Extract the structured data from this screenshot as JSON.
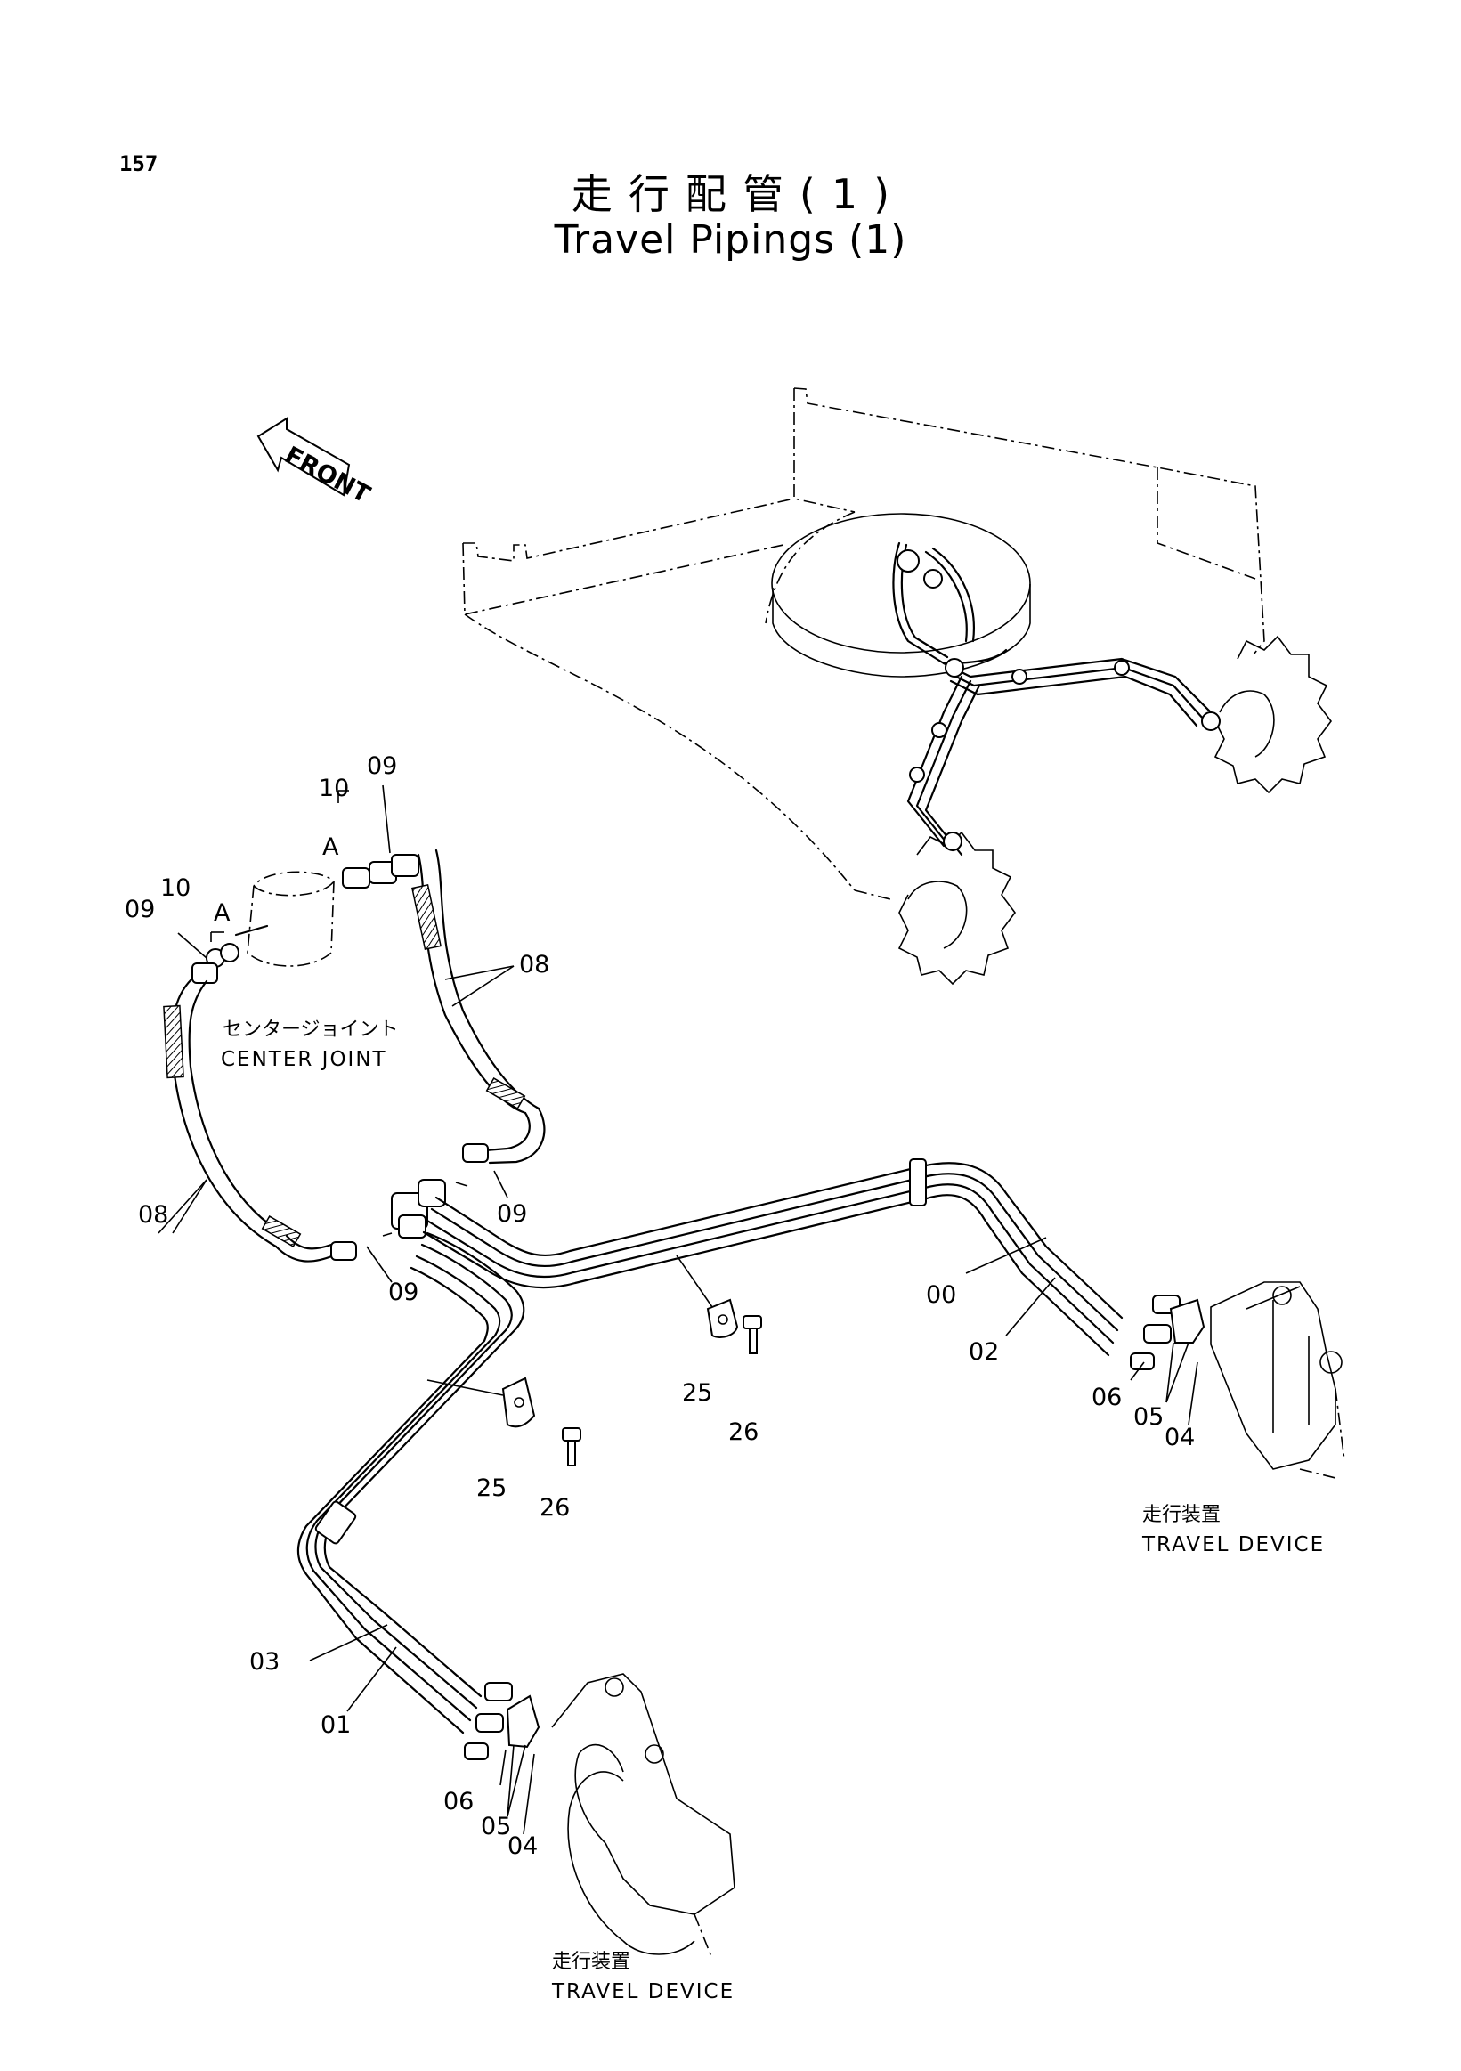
{
  "page_number": "157",
  "title_ja": "走行配管(1)",
  "title_en": "Travel Pipings (1)",
  "front_arrow_label": "FRONT",
  "center_joint": {
    "label_ja": "センタージョイント",
    "label_en": "CENTER JOINT"
  },
  "travel_device_right": {
    "label_ja": "走行装置",
    "label_en": "TRAVEL DEVICE"
  },
  "travel_device_bottom": {
    "label_ja": "走行装置",
    "label_en": "TRAVEL DEVICE"
  },
  "callouts": {
    "c09_top": "09",
    "c10_top": "10",
    "cA_top": "A",
    "c10_left": "10",
    "c09_left": "09",
    "cA_left": "A",
    "c08_right": "08",
    "c08_left": "08",
    "c09_mid": "09",
    "c09_low": "09",
    "c00": "00",
    "c02": "02",
    "c25_right": "25",
    "c26_right": "26",
    "c06_right": "06",
    "c05_right": "05",
    "c04_right": "04",
    "c25_left": "25",
    "c26_left": "26",
    "c03": "03",
    "c01": "01",
    "c06_bottom": "06",
    "c05_bottom": "05",
    "c04_bottom": "04"
  }
}
